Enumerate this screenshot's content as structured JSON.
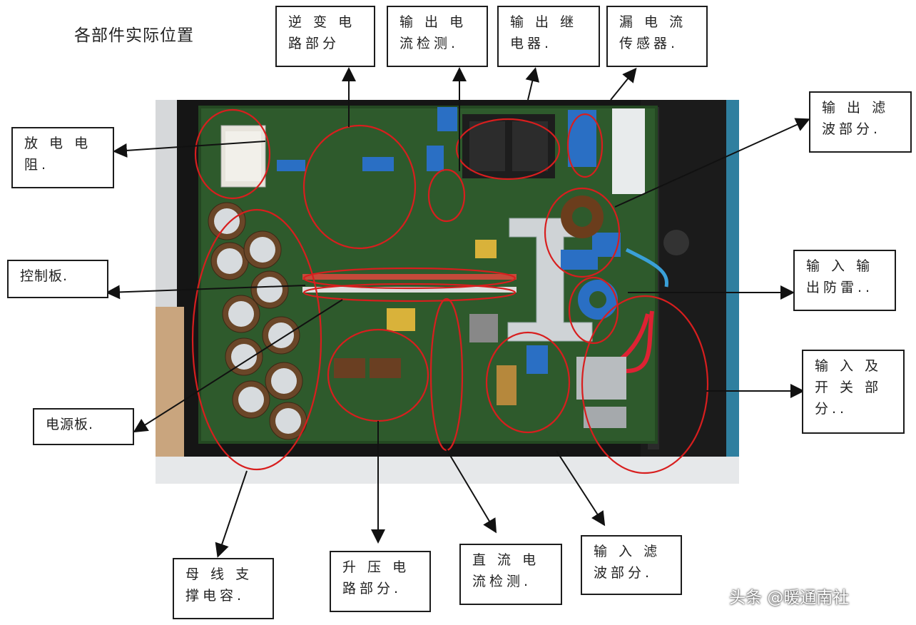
{
  "title": "各部件实际位置",
  "labels": {
    "inverter": [
      "逆 变 电",
      "路部分"
    ],
    "out_current": [
      "输 出 电",
      "流检测."
    ],
    "out_relay": [
      "输 出 继",
      "电器."
    ],
    "leak_sensor": [
      "漏 电 流",
      "传感器."
    ],
    "out_filter": [
      "输 出 滤",
      "波部分."
    ],
    "discharge_res": [
      "放 电 电",
      "阻."
    ],
    "control_board": [
      "控制板."
    ],
    "io_surge": [
      "输 入 输",
      "出防雷.."
    ],
    "power_board": [
      "电源板."
    ],
    "input_switch": [
      "输 入 及",
      "开 关 部",
      "分.."
    ],
    "bus_cap": [
      "母 线 支",
      "撑电容."
    ],
    "boost": [
      "升 压 电",
      "路部分."
    ],
    "dc_current": [
      "直 流 电",
      "流检测."
    ],
    "in_filter": [
      "输 入 滤",
      "波部分."
    ]
  },
  "watermark": "头条 @暖通南社",
  "colors": {
    "circle": "#d81e1e",
    "arrow": "#111111",
    "pcb": "#2e5a2c",
    "chassis": "#151515"
  }
}
